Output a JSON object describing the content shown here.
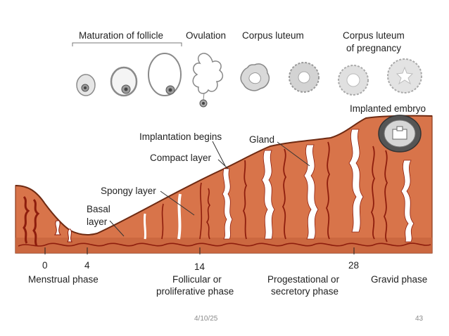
{
  "labels": {
    "maturation": "Maturation of follicle",
    "ovulation": "Ovulation",
    "corpus_luteum": "Corpus luteum",
    "corpus_luteum_pregnancy_1": "Corpus luteum",
    "corpus_luteum_pregnancy_2": "of pregnancy",
    "implanted_embryo": "Implanted embryo",
    "implantation_begins": "Implantation begins",
    "gland": "Gland",
    "compact_layer": "Compact layer",
    "spongy_layer": "Spongy layer",
    "basal_1": "Basal",
    "basal_2": "layer"
  },
  "axis": {
    "ticks": [
      "0",
      "4",
      "14",
      "28"
    ]
  },
  "phases": {
    "menstrual": "Menstrual phase",
    "follicular_1": "Follicular or",
    "follicular_2": "proliferative phase",
    "progestational_1": "Progestational or",
    "progestational_2": "secretory phase",
    "gravid": "Gravid phase"
  },
  "footer": {
    "date": "4/10/25",
    "page": "43"
  },
  "colors": {
    "tissue": "#d8744a",
    "tissue_dark": "#b9552c",
    "base_band": "#c9663e",
    "vessel": "#8e1d0d",
    "gland_fill": "#ffffff",
    "follicle_stroke": "#9a9a9a",
    "text": "#222222"
  }
}
